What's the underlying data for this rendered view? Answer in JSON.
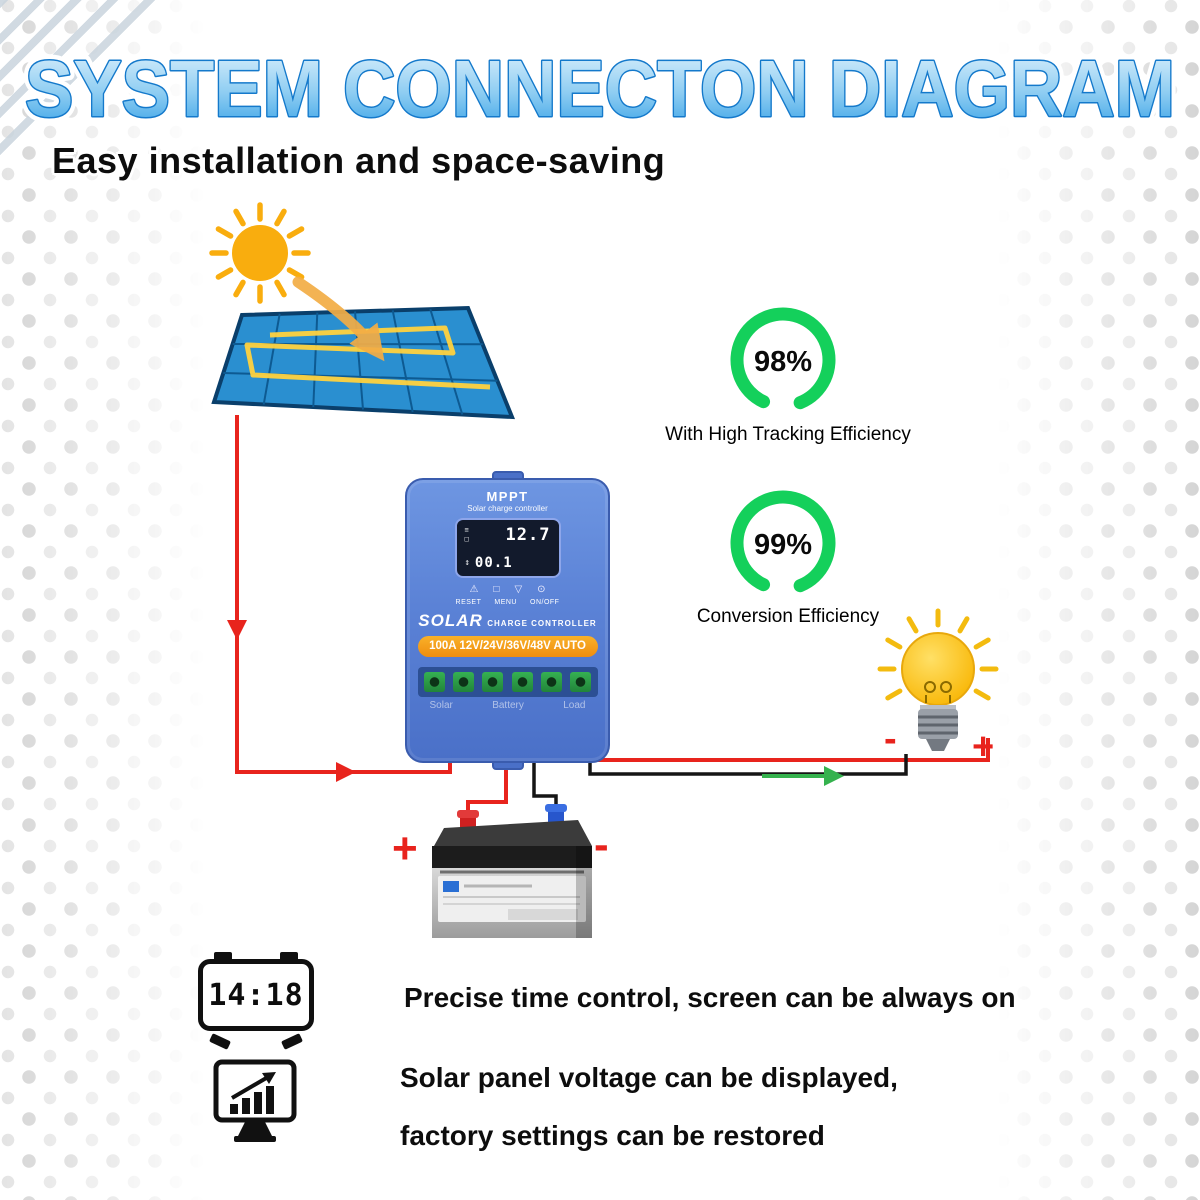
{
  "title": "SYSTEM CONNECTON DIAGRAM",
  "subtitle": "Easy installation and space-saving",
  "efficiency": [
    {
      "value": "98%",
      "caption": "With High Tracking Efficiency"
    },
    {
      "value": "99%",
      "caption": "Conversion Efficiency"
    }
  ],
  "controller": {
    "brand": "MPPT",
    "brand_sub": "Solar charge controller",
    "lcd_line1": "12.7",
    "lcd_line2": "00.1",
    "icons": {
      "panel": "≡",
      "battery_small": "□",
      "updown": "↕",
      "warning": "⚠",
      "battery": "□",
      "arrow_down": "▽",
      "power": "⊙"
    },
    "buttons": [
      "RESET",
      "MENU",
      "ON/OFF"
    ],
    "name_main": "SOLAR",
    "name_sub": "CHARGE CONTROLLER",
    "rating": "100A 12V/24V/36V/48V AUTO",
    "terminals": [
      "Solar",
      "Battery",
      "Load"
    ]
  },
  "battery": {
    "plus": "+",
    "minus": "-"
  },
  "bulb": {
    "minus": "-",
    "plus": "+"
  },
  "features": [
    {
      "icon": "digital-clock",
      "time": "14:18",
      "text": "Precise time control, screen can be always on"
    },
    {
      "icon": "chart-monitor",
      "lines": [
        "Solar panel voltage can be displayed,",
        "factory settings can be restored"
      ]
    }
  ],
  "colors": {
    "accent_blue": "#1b85d4",
    "efficiency_green": "#14d05b",
    "rating_orange": "#f59a1d",
    "wire_red": "#e8241d",
    "wire_black": "#151515",
    "controller_blue": "#5b82d6",
    "sun_orange": "#f9ad0e"
  }
}
